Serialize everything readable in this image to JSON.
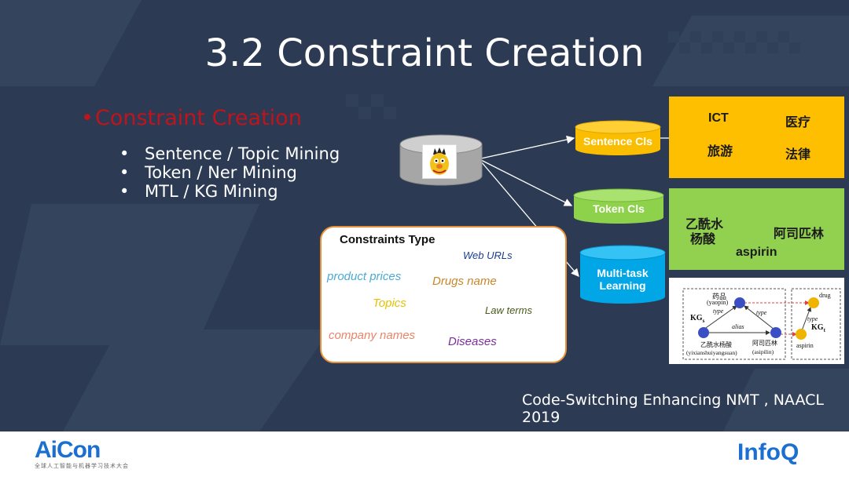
{
  "slide": {
    "title": "3.2 Constraint Creation",
    "main_bullet": "Constraint Creation",
    "sub_bullets": [
      "Sentence / Topic Mining",
      "Token / Ner Mining",
      "MTL / KG Mining"
    ],
    "reference": "Code-Switching Enhancing NMT , NAACL 2019"
  },
  "diagram": {
    "sentence_cls": "Sentence Cls",
    "token_cls": "Token Cls",
    "mtl_label_1": "Multi-task",
    "mtl_label_2": "Learning",
    "orange_box": [
      "ICT",
      "医疗",
      "旅游",
      "法律"
    ],
    "green_box": {
      "left_1": "乙酰水",
      "left_2": "杨酸",
      "right": "阿司匹林",
      "bottom": "aspirin"
    },
    "constraints": {
      "title": "Constraints Type",
      "items": [
        "Web URLs",
        "product prices",
        "Drugs name",
        "Topics",
        "Law terms",
        "company names",
        "Diseases"
      ]
    },
    "kg": {
      "yaopin": "药品",
      "yaopin_py": "(yaopin)",
      "type1": "type",
      "type2": "type",
      "type3": "type",
      "kgs": "KG",
      "kgs_sub": "s",
      "alias": "alias",
      "yixian": "乙酰水杨酸",
      "yixian_py": "(yixianshuiyangsuan)",
      "asipilin": "阿司匹林",
      "asipilin_py": "(asipilin)",
      "drug": "drug",
      "kgt": "KG",
      "kgt_sub": "t",
      "aspirin": "aspirin"
    }
  },
  "footer": {
    "aicon": "AiCon",
    "aicon_sub": "全球人工智能与机器学习技术大会",
    "infoq": "InfoQ"
  },
  "colors": {
    "background": "#2c3b53",
    "bullet_red": "#c0141c",
    "orange": "#fdbf00",
    "green": "#92d050",
    "blue": "#00aeef",
    "brand_blue": "#1a6fd0"
  }
}
